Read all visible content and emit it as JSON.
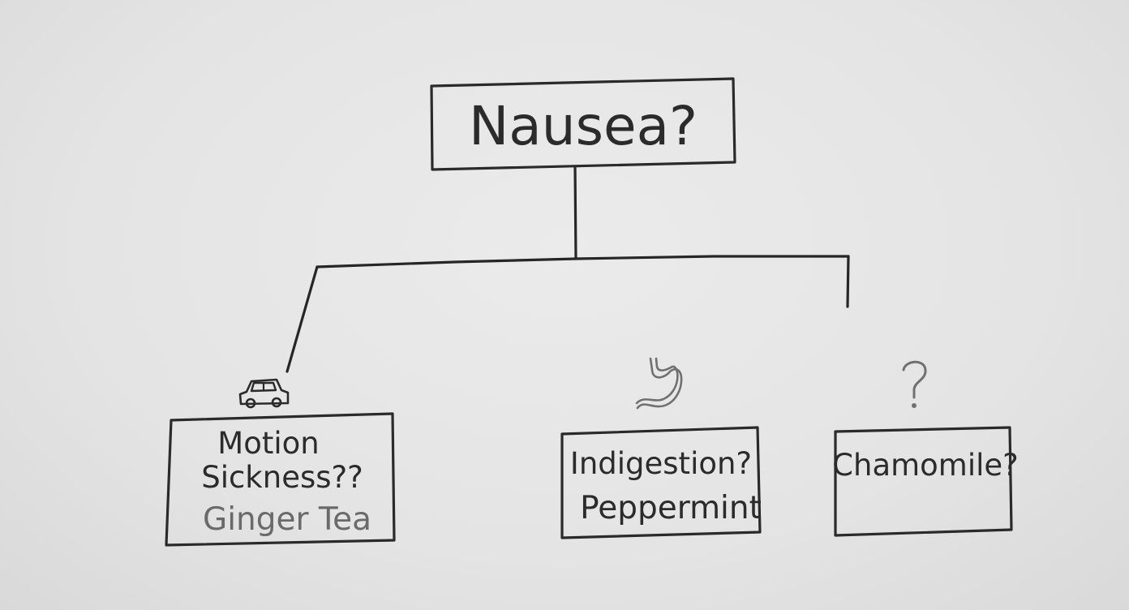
{
  "diagram": {
    "root": {
      "label": "Nausea?"
    },
    "branches": [
      {
        "icon": "car-icon",
        "label_line1": "Motion",
        "label_line2": "Sickness??",
        "remedy": "Ginger Tea"
      },
      {
        "icon": "stomach-icon",
        "label_line1": "Indigestion?",
        "remedy": "Peppermint"
      },
      {
        "icon": "question-mark-icon",
        "label_line1": "Chamomile?",
        "remedy": ""
      }
    ]
  },
  "colors": {
    "background": "#e6e6e6",
    "ink": "#2a2a2a",
    "muted_ink": "#6a6a6a",
    "icon_ink": "#707070"
  }
}
